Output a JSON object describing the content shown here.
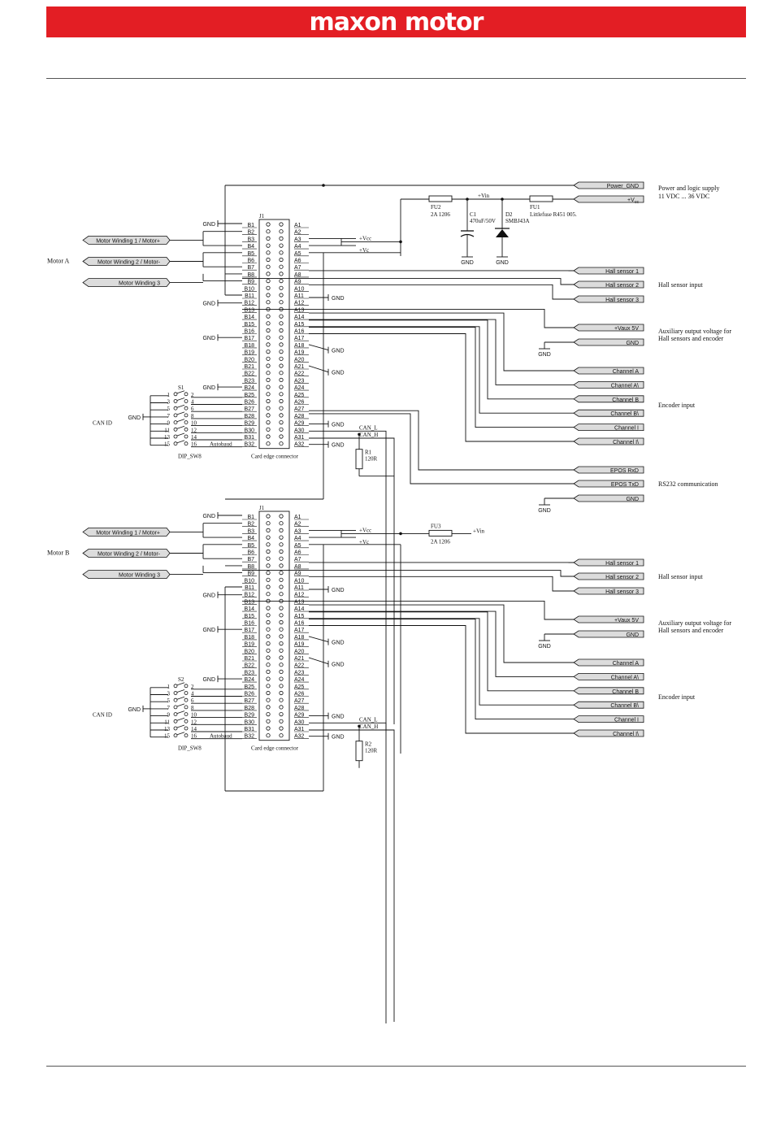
{
  "header": {
    "brand": "maxon motor",
    "brand_color": "#e31e24"
  },
  "power": {
    "power_gnd": "Power_GND",
    "vcc_tag": "+V",
    "vcc_sub": "cc",
    "desc_line1": "Power and logic supply",
    "desc_line2": "11 VDC ... 36 VDC",
    "vin": "+Vin",
    "fu2_name": "FU2",
    "fu2_val": "2A 1206",
    "c1_name": "C1",
    "c1_val": "470uF/50V",
    "d2_name": "D2",
    "d2_val": "SMBJ43A",
    "fu1_name": "FU1",
    "fu1_val": "Littlefuse R451 005.",
    "gnd": "GND"
  },
  "common": {
    "gnd": "GND",
    "vcc": "+Vcc",
    "vc": "+Vc",
    "can_l": "CAN_L",
    "can_h": "CAN_H",
    "autobaud": "Autobaud",
    "can_id": "CAN ID",
    "dip_sw8": "DIP_SW8",
    "card_edge": "Card edge connector",
    "j1": "J1",
    "winding1": "Motor Winding 1 / Motor+",
    "winding2": "Motor Winding 2 / Motor-",
    "winding3": "Motor Winding 3",
    "hall1": "Hall sensor 1",
    "hall2": "Hall sensor 2",
    "hall3": "Hall sensor 3",
    "hall_input": "Hall sensor input",
    "vaux": "+Vaux 5V",
    "aux_line1": "Auxiliary output voltage for",
    "aux_line2": "Hall sensors and encoder",
    "ch_a": "Channel A",
    "ch_a_inv": "Channel A\\",
    "ch_b": "Channel B",
    "ch_b_inv": "Channel B\\",
    "ch_i": "Channel I",
    "ch_i_inv": "Channel I\\",
    "encoder_input": "Encoder input",
    "b_pins": [
      "B1",
      "B2",
      "B3",
      "B4",
      "B5",
      "B6",
      "B7",
      "B8",
      "B9",
      "B10",
      "B11",
      "B12",
      "B13",
      "B14",
      "B15",
      "B16",
      "B17",
      "B18",
      "B19",
      "B20",
      "B21",
      "B22",
      "B23",
      "B24",
      "B25",
      "B26",
      "B27",
      "B28",
      "B29",
      "B30",
      "B31",
      "B32"
    ],
    "a_pins": [
      "A1",
      "A2",
      "A3",
      "A4",
      "A5",
      "A6",
      "A7",
      "A8",
      "A9",
      "A10",
      "A11",
      "A12",
      "A13",
      "A14",
      "A15",
      "A16",
      "A17",
      "A18",
      "A19",
      "A20",
      "A21",
      "A22",
      "A23",
      "A24",
      "A25",
      "A26",
      "A27",
      "A28",
      "A29",
      "A30",
      "A31",
      "A32"
    ],
    "dip_left": [
      "1",
      "3",
      "5",
      "7",
      "9",
      "11",
      "13",
      "15"
    ],
    "dip_right": [
      "2",
      "4",
      "6",
      "8",
      "10",
      "12",
      "14",
      "16"
    ]
  },
  "motor_a": {
    "label": "Motor A",
    "switch": "S1",
    "resistor_name": "R1",
    "resistor_val": "120R"
  },
  "motor_b": {
    "label": "Motor B",
    "switch": "S2",
    "resistor_name": "R2",
    "resistor_val": "120R",
    "fu3_name": "FU3",
    "fu3_val": "2A 1206",
    "vin": "+Vin"
  },
  "rs232": {
    "rxd": "EPOS RxD",
    "txd": "EPOS TxD",
    "label": "RS232 communication"
  }
}
